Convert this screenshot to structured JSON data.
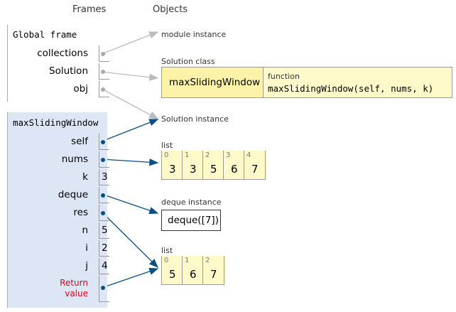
{
  "headers": {
    "frames": "Frames",
    "objects": "Objects"
  },
  "global_frame": {
    "title": "Global frame",
    "vars": [
      {
        "name": "collections",
        "pointer": "gray"
      },
      {
        "name": "Solution",
        "pointer": "gray"
      },
      {
        "name": "obj",
        "pointer": "gray"
      }
    ]
  },
  "func_frame": {
    "title": "maxSlidingWindow",
    "vars": [
      {
        "name": "self",
        "value": "",
        "pointer": "blue"
      },
      {
        "name": "nums",
        "value": "",
        "pointer": "blue"
      },
      {
        "name": "k",
        "value": "3"
      },
      {
        "name": "deque",
        "value": "",
        "pointer": "blue"
      },
      {
        "name": "res",
        "value": "",
        "pointer": "blue"
      },
      {
        "name": "n",
        "value": "5"
      },
      {
        "name": "i",
        "value": "2"
      },
      {
        "name": "j",
        "value": "4"
      }
    ],
    "return_label_1": "Return",
    "return_label_2": "value"
  },
  "objects": {
    "module_label": "module instance",
    "class_label": "Solution class",
    "class_method": "maxSlidingWindow",
    "function_tag": "function",
    "function_sig": "maxSlidingWindow(self, nums, k)",
    "instance_label": "Solution instance",
    "list1_label": "list",
    "list1": [
      {
        "index": "0",
        "value": "3"
      },
      {
        "index": "1",
        "value": "3"
      },
      {
        "index": "2",
        "value": "5"
      },
      {
        "index": "3",
        "value": "6"
      },
      {
        "index": "4",
        "value": "7"
      }
    ],
    "deque_label": "deque instance",
    "deque_value": "deque([7])",
    "list2_label": "list",
    "list2": [
      {
        "index": "0",
        "value": "5"
      },
      {
        "index": "1",
        "value": "6"
      },
      {
        "index": "2",
        "value": "7"
      }
    ]
  },
  "colors": {
    "frame_bg": "#dce6f4",
    "object_bg": "#fdf9c8",
    "pointer": "#0a4f84",
    "return": "#e2001a"
  }
}
